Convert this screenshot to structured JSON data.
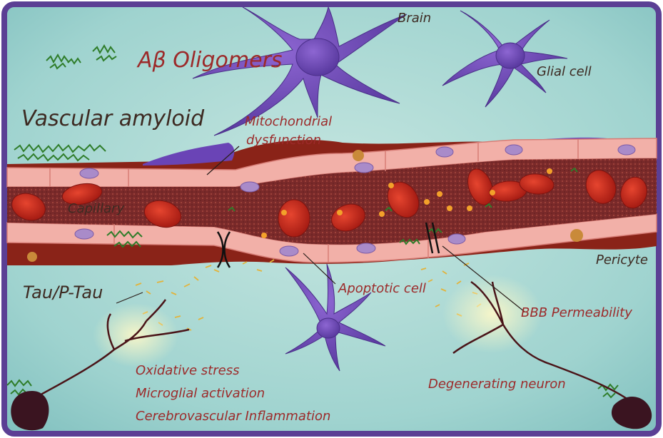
{
  "colors": {
    "frame": "#5b3f94",
    "background": "#9fd3cf",
    "vessel_wall": "#f2b0a8",
    "lumen": "#7a2a2a",
    "red_cell": "#c52a1e",
    "neuron_purple": "#7b4fc0",
    "label_dark": "#3d2a22",
    "label_red": "#9c2a2a"
  },
  "labels": {
    "brain": "Brain",
    "ab_oligomers": "Aβ Oligomers",
    "glial_cell": "Glial cell",
    "vascular_amyloid": "Vascular amyloid",
    "mitochondrial": "Mitochondrial",
    "dysfunction": "dysfunction",
    "capillary": "Capillary",
    "pericyte": "Pericyte",
    "tau": "Tau/P-Tau",
    "apoptotic_cell": "Apoptotic cell",
    "bbb_permeability": "BBB Permeability",
    "oxidative_stress": "Oxidative stress",
    "microglial_activation": "Microglial activation",
    "cerebrovascular_inflammation": "Cerebrovascular Inflammation",
    "degenerating_neuron": "Degenerating neuron"
  }
}
